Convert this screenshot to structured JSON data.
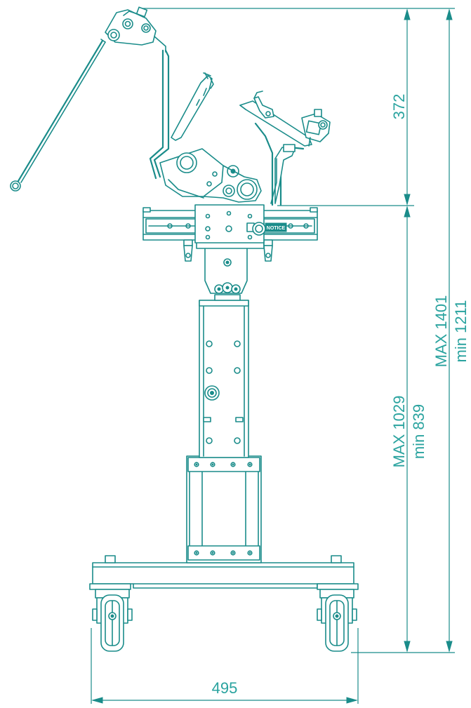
{
  "dimensions": {
    "top_height": "372",
    "column_max": "MAX 1029",
    "column_min": "min 839",
    "total_max": "MAX 1401",
    "total_min": "min 1211",
    "base_width": "495"
  },
  "plate_label": "NOTICE",
  "colors": {
    "line": "#1a8c8a",
    "text": "#2aa39f",
    "background": "#ffffff"
  }
}
